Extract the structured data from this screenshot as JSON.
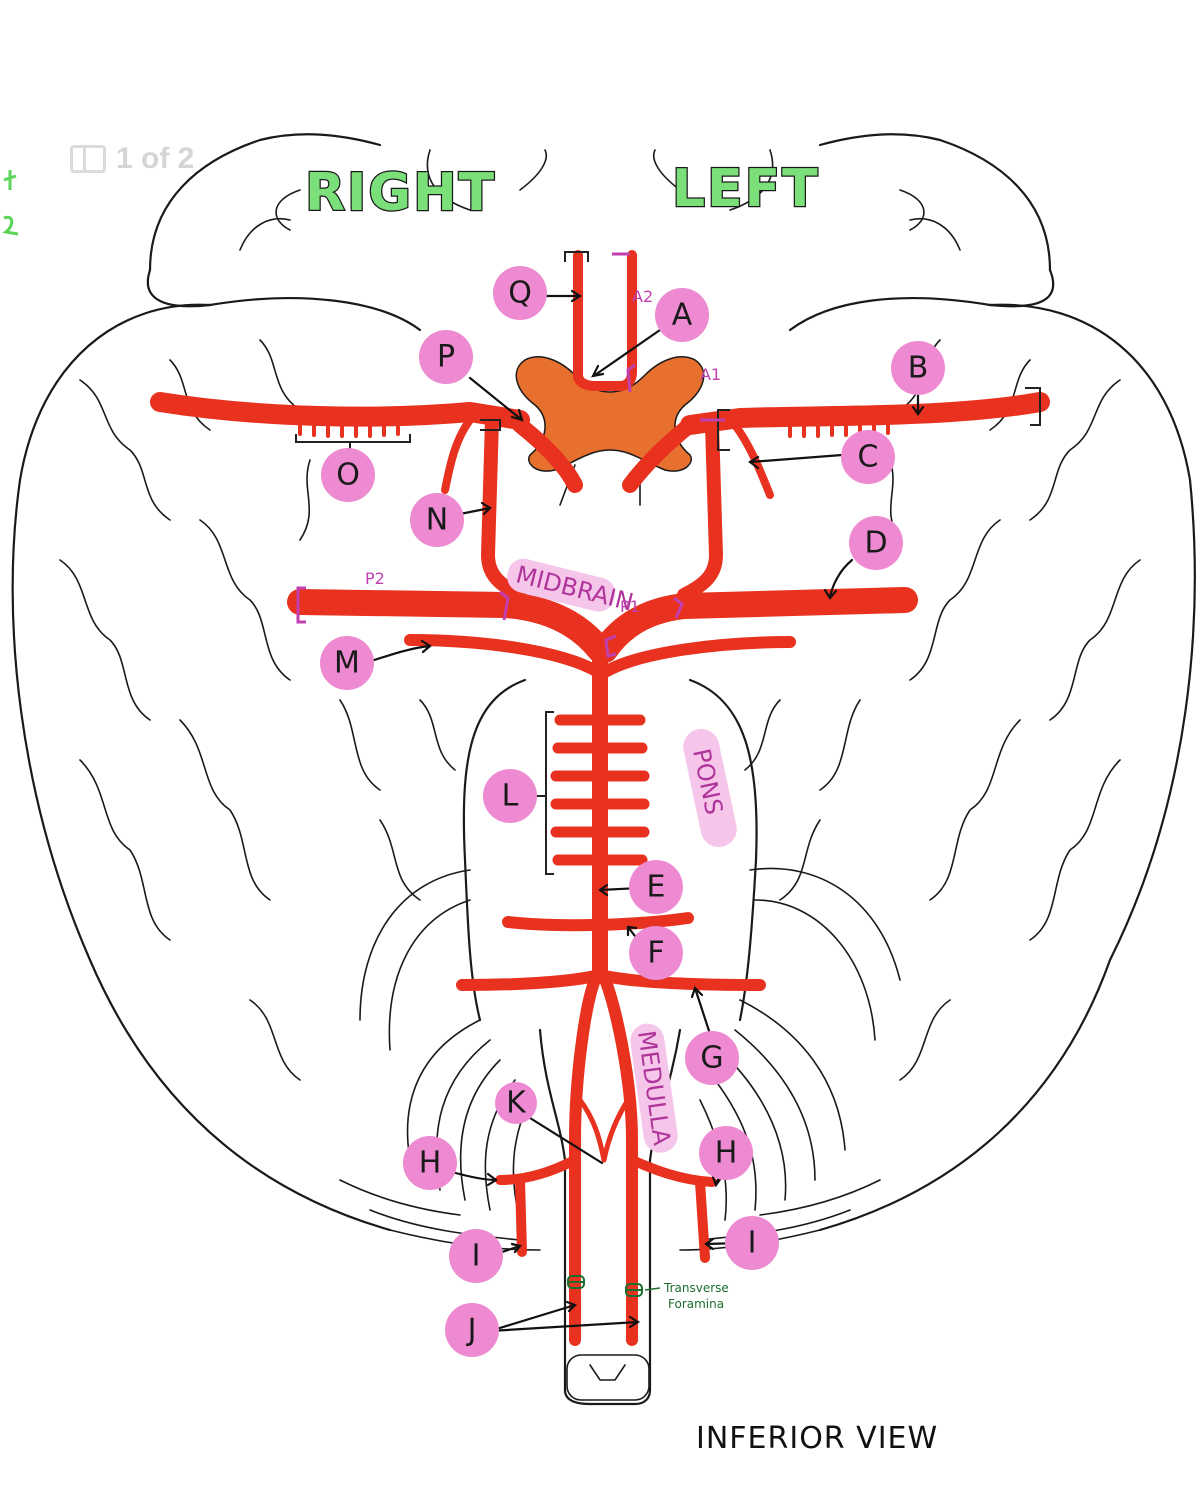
{
  "pager": {
    "text": "1 of 2"
  },
  "titles": {
    "right": "RIGHT",
    "left": "LEFT"
  },
  "regions": {
    "midbrain": "MIDBRAIN",
    "pons": "PONS",
    "medulla": "MEDULLA"
  },
  "mini_labels": {
    "a2": "A2",
    "a1": "A1",
    "p1": "P1",
    "p2": "P2"
  },
  "note": {
    "line1": "Transverse",
    "line2": "Foramina"
  },
  "view_label": "INFERIOR VIEW",
  "labels": {
    "A": "A",
    "B": "B",
    "C": "C",
    "D": "D",
    "E": "E",
    "F": "F",
    "G": "G",
    "H_right": "H",
    "H_left": "H",
    "I_right": "I",
    "I_left": "I",
    "J": "J",
    "K": "K",
    "L": "L",
    "M": "M",
    "N": "N",
    "O": "O",
    "P": "P",
    "Q": "Q"
  },
  "colors": {
    "artery": "#e8321f",
    "chiasm": "#e8702e",
    "label_badge": "#ee8ad2",
    "title_fill": "#7be07a",
    "region_pill": "#f6c5ea"
  }
}
